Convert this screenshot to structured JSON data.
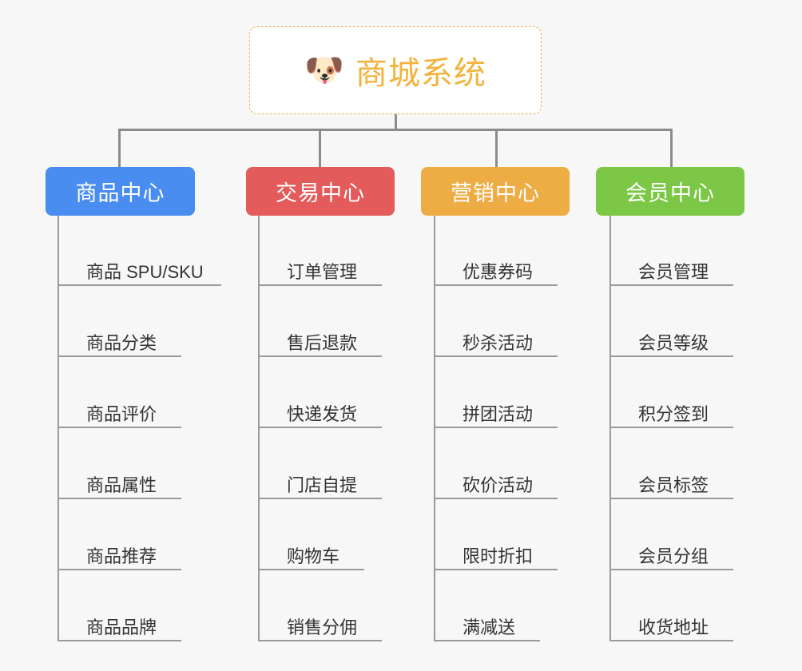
{
  "page": {
    "background_color": "#f7f7f7",
    "type": "mindmap",
    "line_color": "#8c8c8c"
  },
  "root": {
    "icon": "shiba-dog-face-emoji",
    "emoji": "🐶",
    "title": "商城系统",
    "text_color": "#f2b33d",
    "border_color": "#f0b04a",
    "background_color": "#ffffff"
  },
  "branches": [
    {
      "label": "商品中心",
      "color": "#4a8df0",
      "items": [
        "商品 SPU/SKU",
        "商品分类",
        "商品评价",
        "商品属性",
        "商品推荐",
        "商品品牌"
      ]
    },
    {
      "label": "交易中心",
      "color": "#e35b5b",
      "items": [
        "订单管理",
        "售后退款",
        "快递发货",
        "门店自提",
        "购物车",
        "销售分佣"
      ]
    },
    {
      "label": "营销中心",
      "color": "#eeac44",
      "items": [
        "优惠券码",
        "秒杀活动",
        "拼团活动",
        "砍价活动",
        "限时折扣",
        "满减送"
      ]
    },
    {
      "label": "会员中心",
      "color": "#7cc746",
      "items": [
        "会员管理",
        "会员等级",
        "积分签到",
        "会员标签",
        "会员分组",
        "收货地址"
      ]
    }
  ]
}
